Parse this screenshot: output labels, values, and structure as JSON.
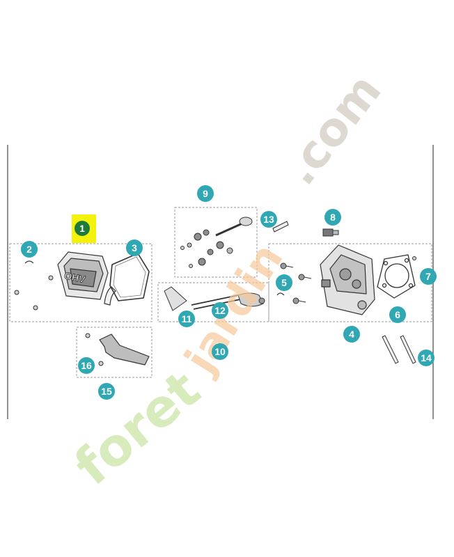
{
  "parts": [
    {
      "label": "1",
      "highlighted": true
    },
    {
      "label": "2"
    },
    {
      "label": "3"
    },
    {
      "label": "4"
    },
    {
      "label": "5"
    },
    {
      "label": "6"
    },
    {
      "label": "7"
    },
    {
      "label": "8"
    },
    {
      "label": "9"
    },
    {
      "label": "10"
    },
    {
      "label": "11"
    },
    {
      "label": "12"
    },
    {
      "label": "13"
    },
    {
      "label": "14"
    },
    {
      "label": "15"
    },
    {
      "label": "16"
    }
  ],
  "engraving": "OHV",
  "watermark": {
    "left": "foret",
    "middle": "jardin",
    "right": ".com"
  },
  "colors": {
    "badge": "#2fa8b4",
    "badge_selected": "#1e7a3a",
    "highlight": "#f4f20a",
    "watermark_green": "#c9e4a6",
    "watermark_orange": "#f6c89a",
    "watermark_gray": "#d6d0c4"
  }
}
